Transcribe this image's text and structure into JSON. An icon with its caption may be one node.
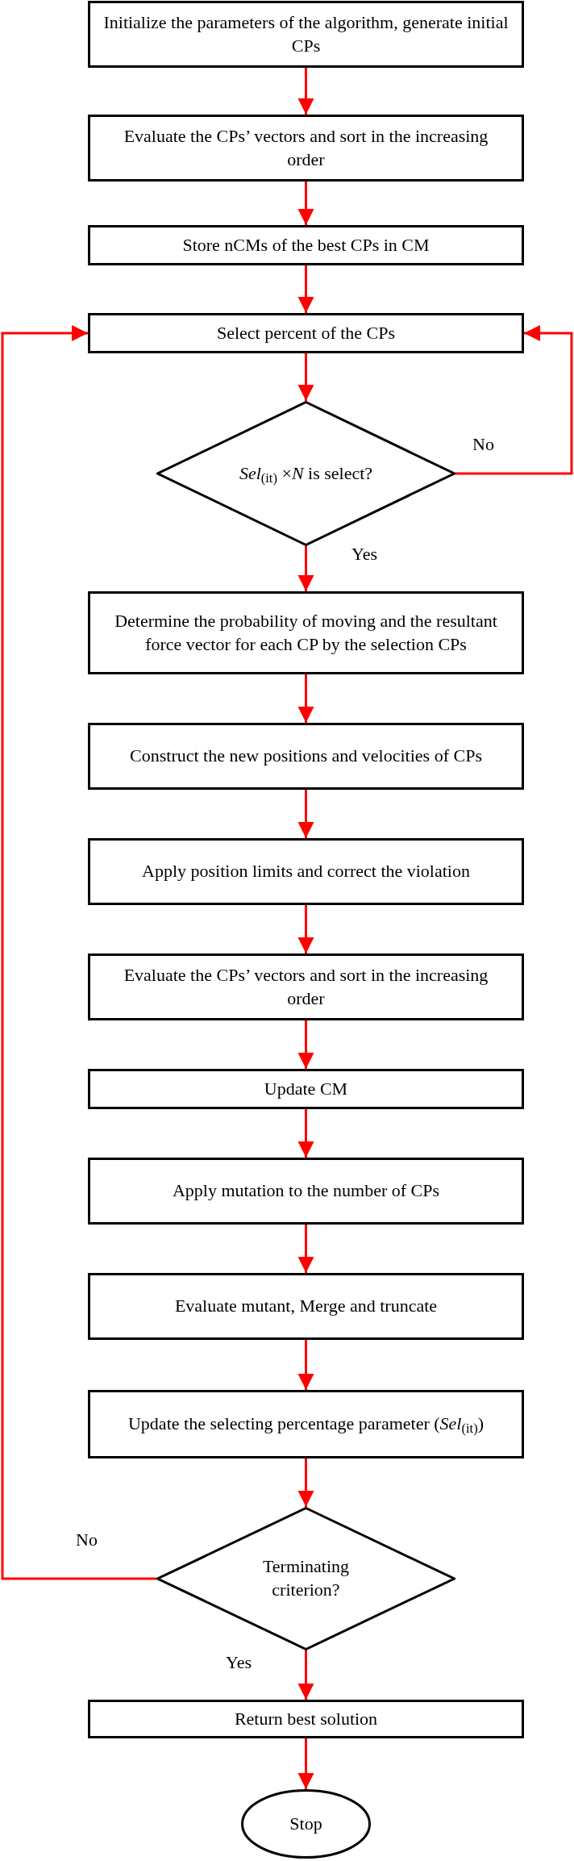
{
  "diagram": {
    "nodes": [
      {
        "text": [
          "Initialize the parameters of the algorithm, generate initial CPs"
        ]
      },
      {
        "text": [
          "Evaluate the CPs’ vectors and sort in the increasing order"
        ]
      },
      {
        "text": [
          "Store nCMs of the best CPs in CM"
        ]
      },
      {
        "text": [
          "Select percent of the CPs"
        ]
      },
      {
        "text": [
          "*Sel*$_{(it)}$ ×*N* is select?"
        ]
      },
      {
        "text": [
          "Determine the probability of moving and the resultant force vector for each CP by the selection CPs"
        ]
      },
      {
        "text": [
          "Construct the new positions and velocities of CPs"
        ]
      },
      {
        "text": [
          "Apply position limits and correct the violation"
        ]
      },
      {
        "text": [
          "Evaluate the CPs’ vectors and sort in the increasing order"
        ]
      },
      {
        "text": [
          "Update CM"
        ]
      },
      {
        "text": [
          "Apply mutation to the number of CPs"
        ]
      },
      {
        "text": [
          "Evaluate mutant, Merge and truncate"
        ]
      },
      {
        "text": [
          "Update the selecting percentage parameter (*Sel*$_{(it)}$)"
        ]
      },
      {
        "text": [
          "Terminating criterion?"
        ]
      },
      {
        "text": [
          "Return best solution"
        ]
      },
      {
        "text": [
          "Stop"
        ]
      }
    ],
    "edges": [
      {
        "from": 0,
        "to": 1,
        "arrow": "to"
      },
      {
        "from": 1,
        "to": 2,
        "arrow": "to"
      },
      {
        "from": 2,
        "to": 3,
        "arrow": "to"
      },
      {
        "from": 3,
        "to": 4,
        "arrow": "to"
      },
      {
        "from": 4,
        "to": 3,
        "arrow": "to",
        "label": "No"
      },
      {
        "from": 4,
        "to": 5,
        "arrow": "to",
        "label": "Yes"
      },
      {
        "from": 5,
        "to": 6,
        "arrow": "to"
      },
      {
        "from": 6,
        "to": 7,
        "arrow": "to"
      },
      {
        "from": 7,
        "to": 8,
        "arrow": "to"
      },
      {
        "from": 8,
        "to": 9,
        "arrow": "to"
      },
      {
        "from": 9,
        "to": 10,
        "arrow": "to"
      },
      {
        "from": 10,
        "to": 11,
        "arrow": "to"
      },
      {
        "from": 11,
        "to": 12,
        "arrow": "to"
      },
      {
        "from": 12,
        "to": 13,
        "arrow": "to"
      },
      {
        "from": 13,
        "to": 3,
        "arrow": "to",
        "label": "No"
      },
      {
        "from": 13,
        "to": 14,
        "arrow": "to",
        "label": "Yes"
      },
      {
        "from": 14,
        "to": 15,
        "arrow": "to"
      }
    ]
  }
}
